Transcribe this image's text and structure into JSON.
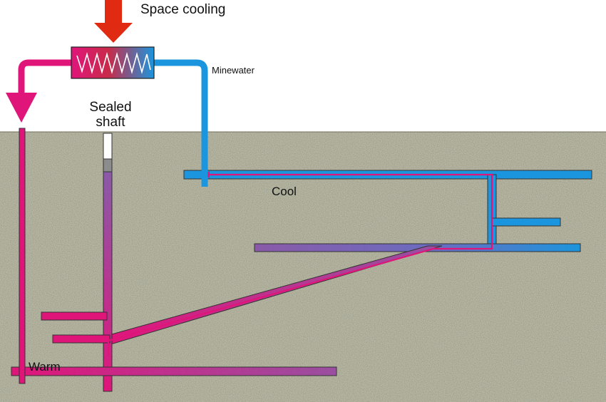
{
  "labels": {
    "top": "Space cooling",
    "pipe": "Minewater",
    "shaft_line1": "Sealed",
    "shaft_line2": "shaft",
    "cool": "Cool",
    "warm": "Warm"
  },
  "colors": {
    "ground": "#9c9c84",
    "ground_dark": "#86866e",
    "ground_light": "#b3b39b",
    "warm": "#e0157a",
    "cool": "#1b95dd",
    "mid": "#8a5aa8",
    "arrow_red": "#e02a12",
    "shaft_grey": "#8c8c8c",
    "shaft_plug": "#ffffff"
  },
  "icons": [
    "heat-exchanger-icon",
    "down-arrow-icon",
    "return-arrow-icon"
  ]
}
